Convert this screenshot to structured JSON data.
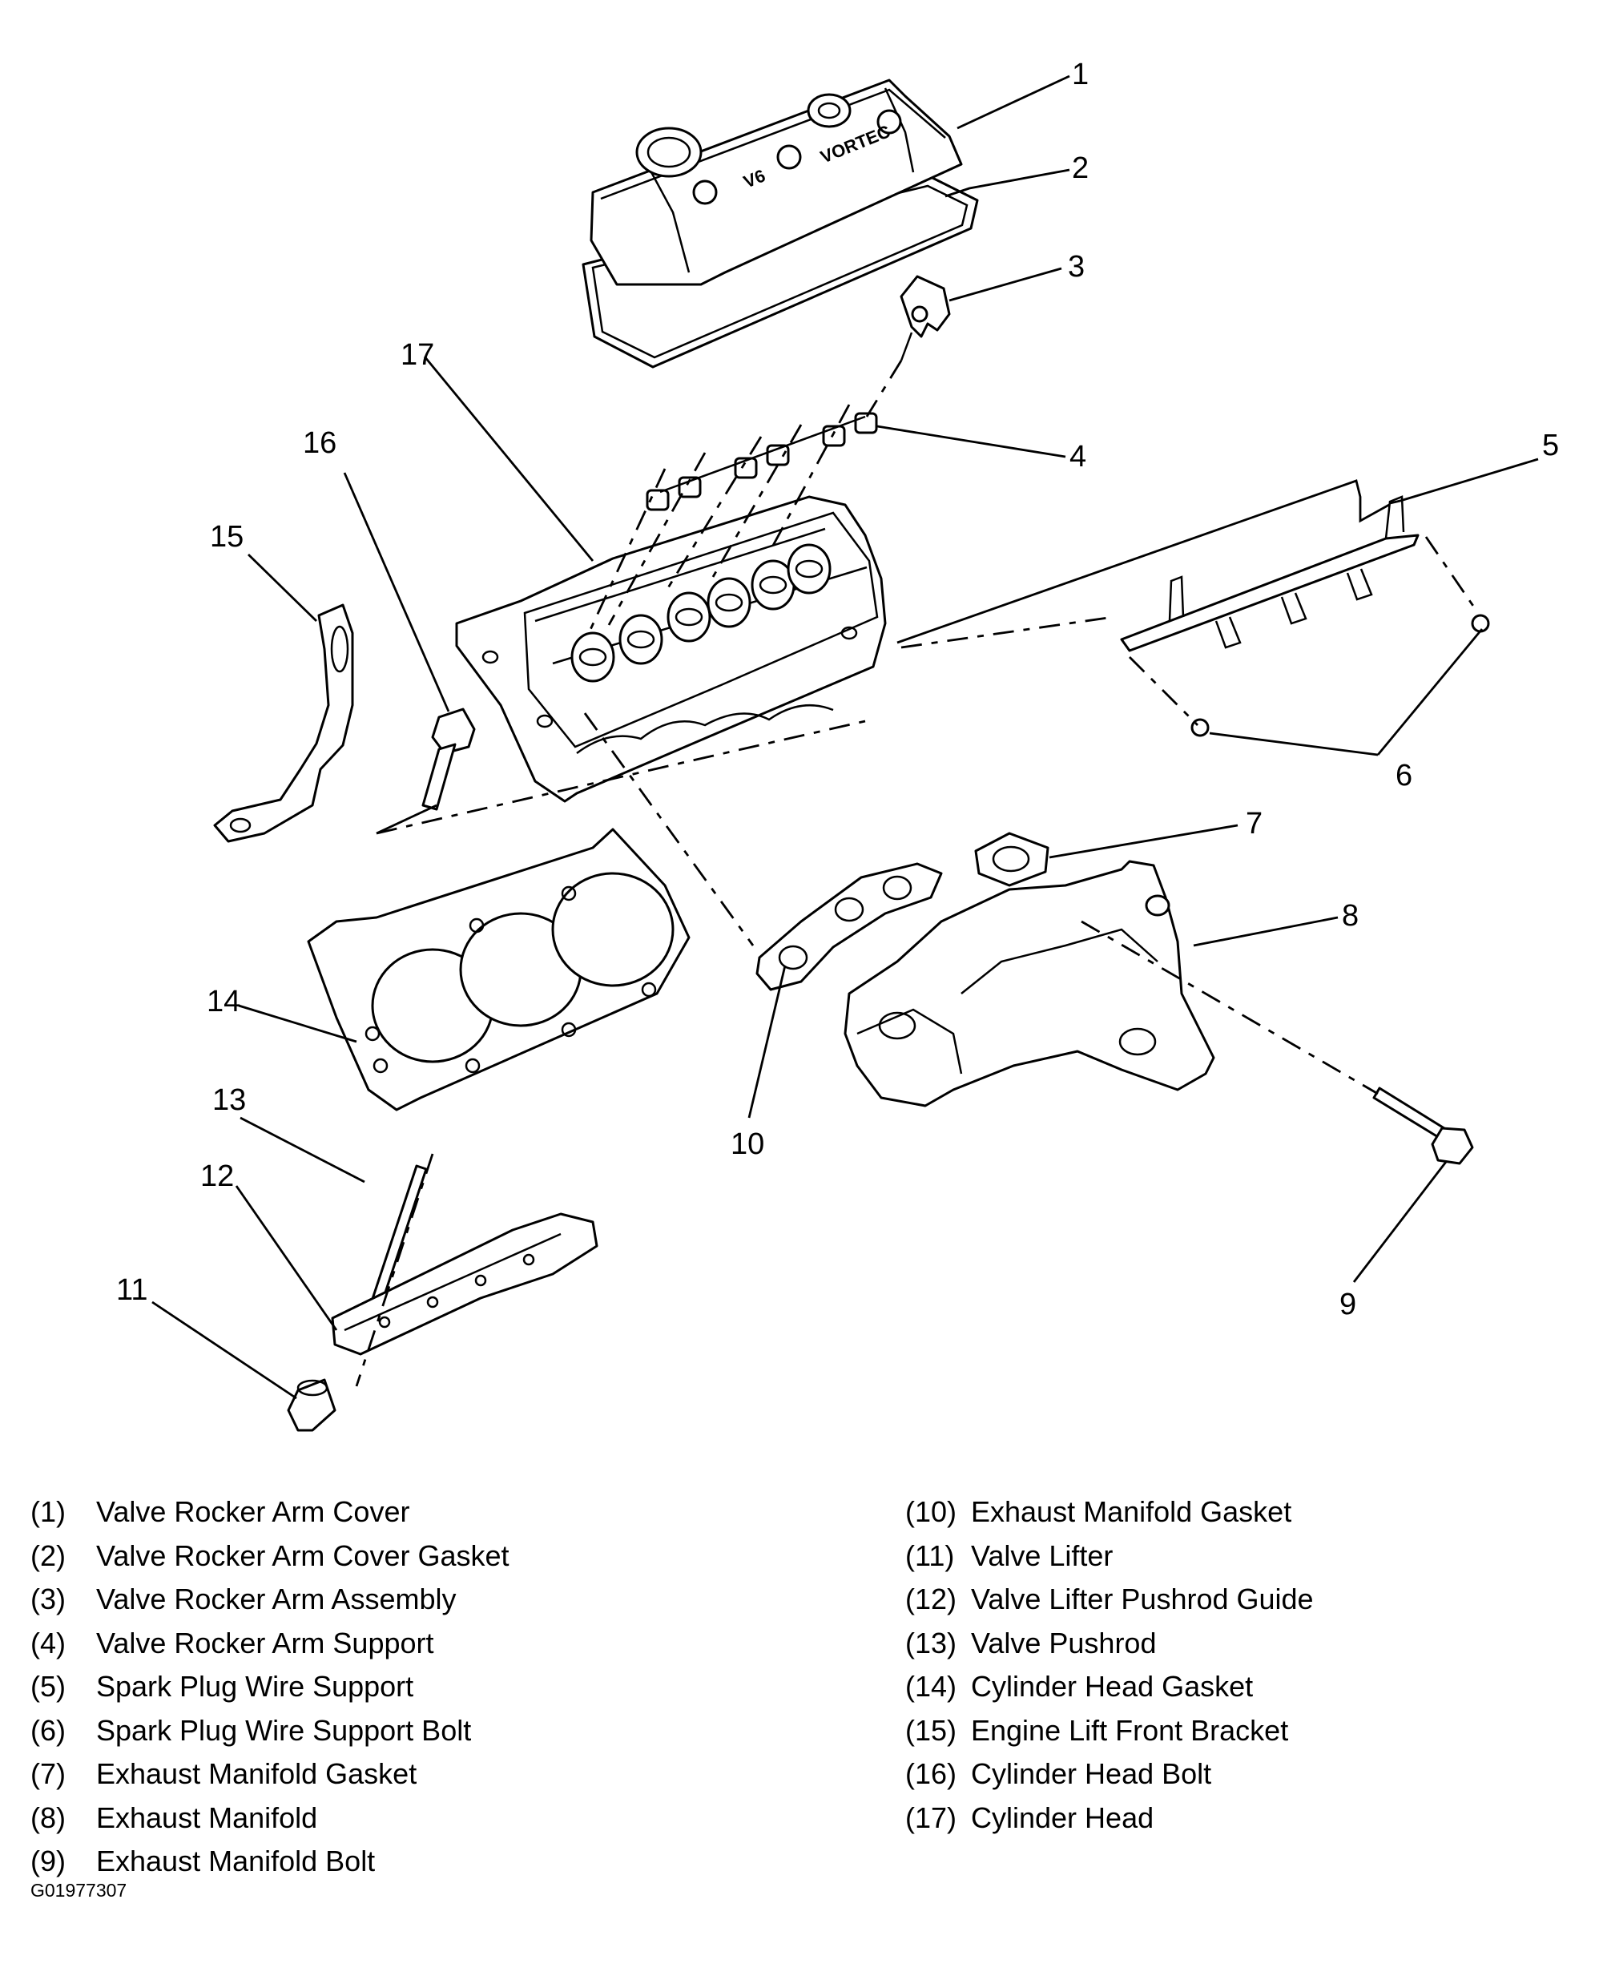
{
  "callouts": [
    "1",
    "2",
    "3",
    "4",
    "5",
    "6",
    "7",
    "8",
    "9",
    "10",
    "11",
    "12",
    "13",
    "14",
    "15",
    "16",
    "17"
  ],
  "cover_text": [
    "V6",
    "VORTEC"
  ],
  "legend": {
    "left": [
      {
        "num": "(1)",
        "text": "Valve Rocker Arm Cover"
      },
      {
        "num": "(2)",
        "text": "Valve Rocker Arm Cover Gasket"
      },
      {
        "num": "(3)",
        "text": "Valve Rocker Arm Assembly"
      },
      {
        "num": "(4)",
        "text": "Valve Rocker Arm Support"
      },
      {
        "num": "(5)",
        "text": "Spark Plug Wire Support"
      },
      {
        "num": "(6)",
        "text": "Spark Plug Wire Support Bolt"
      },
      {
        "num": "(7)",
        "text": "Exhaust Manifold Gasket"
      },
      {
        "num": "(8)",
        "text": "Exhaust Manifold"
      },
      {
        "num": "(9)",
        "text": "Exhaust Manifold Bolt"
      }
    ],
    "right": [
      {
        "num": "(10)",
        "text": "Exhaust Manifold Gasket"
      },
      {
        "num": "(11)",
        "text": "Valve Lifter"
      },
      {
        "num": "(12)",
        "text": "Valve Lifter Pushrod Guide"
      },
      {
        "num": "(13)",
        "text": "Valve Pushrod"
      },
      {
        "num": "(14)",
        "text": "Cylinder Head Gasket"
      },
      {
        "num": "(15)",
        "text": "Engine Lift Front Bracket"
      },
      {
        "num": "(16)",
        "text": "Cylinder Head Bolt"
      },
      {
        "num": "(17)",
        "text": "Cylinder Head"
      }
    ]
  },
  "figure_id": "G01977307"
}
